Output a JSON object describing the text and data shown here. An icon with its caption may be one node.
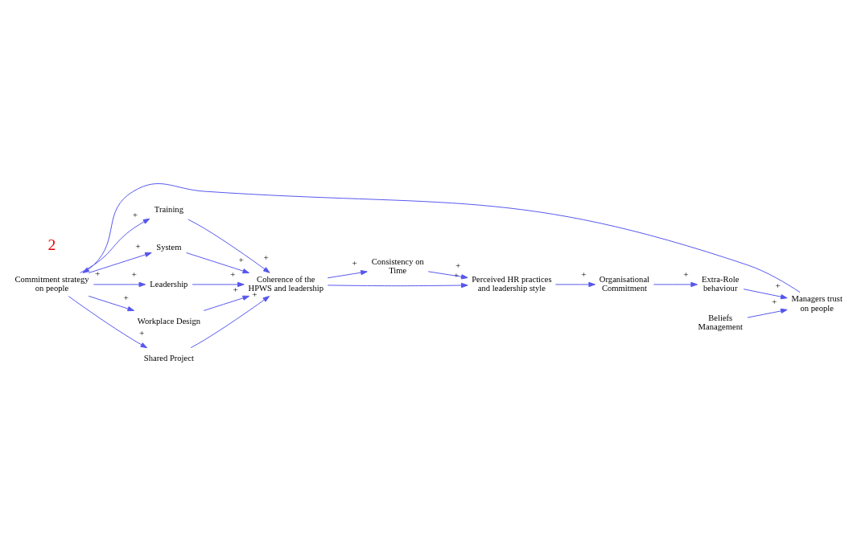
{
  "diagram": {
    "nodes": [
      {
        "text": [
          "Training"
        ]
      },
      {
        "text": [
          "System"
        ]
      },
      {
        "text": [
          "Leadership"
        ]
      },
      {
        "text": [
          "Workplace Design"
        ]
      },
      {
        "text": [
          "Shared Project"
        ]
      },
      {
        "text": [
          "Coherence of the HPWS and leadership"
        ]
      },
      {
        "text": [
          "Consistency on Time"
        ]
      },
      {
        "text": [
          "Perceived HR practices and leadership style"
        ]
      },
      {
        "text": [
          "Organisational Commitment"
        ]
      },
      {
        "text": [
          "Extra-Role behaviour"
        ]
      },
      {
        "text": [
          "Managers trust on people"
        ]
      },
      {
        "text": [
          "Beliefs Management"
        ]
      },
      {
        "text": [
          "Commitment strategy on people"
        ]
      }
    ],
    "edges": [
      {
        "from": 12,
        "to": 0,
        "arrow": "to",
        "label": "+"
      },
      {
        "from": 12,
        "to": 1,
        "arrow": "to",
        "label": "+"
      },
      {
        "from": 12,
        "to": 2,
        "arrow": "to",
        "label": "+"
      },
      {
        "from": 12,
        "to": 3,
        "arrow": "to",
        "label": "+"
      },
      {
        "from": 12,
        "to": 4,
        "arrow": "to",
        "label": "+"
      },
      {
        "from": 0,
        "to": 5,
        "arrow": "to",
        "label": "+"
      },
      {
        "from": 1,
        "to": 5,
        "arrow": "to",
        "label": "+"
      },
      {
        "from": 2,
        "to": 5,
        "arrow": "to",
        "label": "+"
      },
      {
        "from": 3,
        "to": 5,
        "arrow": "to",
        "label": "+"
      },
      {
        "from": 4,
        "to": 5,
        "arrow": "to",
        "label": "+"
      },
      {
        "from": 5,
        "to": 6,
        "arrow": "to",
        "label": "+"
      },
      {
        "from": 6,
        "to": 7,
        "arrow": "to",
        "label": "+"
      },
      {
        "from": 5,
        "to": 7,
        "arrow": "to",
        "label": "+"
      },
      {
        "from": 7,
        "to": 8,
        "arrow": "to",
        "label": "+"
      },
      {
        "from": 8,
        "to": 9,
        "arrow": "to",
        "label": "+"
      },
      {
        "from": 9,
        "to": 10,
        "arrow": "to",
        "label": "+"
      },
      {
        "from": 11,
        "to": 10,
        "arrow": "to",
        "label": "+"
      },
      {
        "from": 10,
        "to": 12,
        "arrow": "to",
        "label": "+"
      }
    ],
    "labels": [
      "2"
    ]
  }
}
